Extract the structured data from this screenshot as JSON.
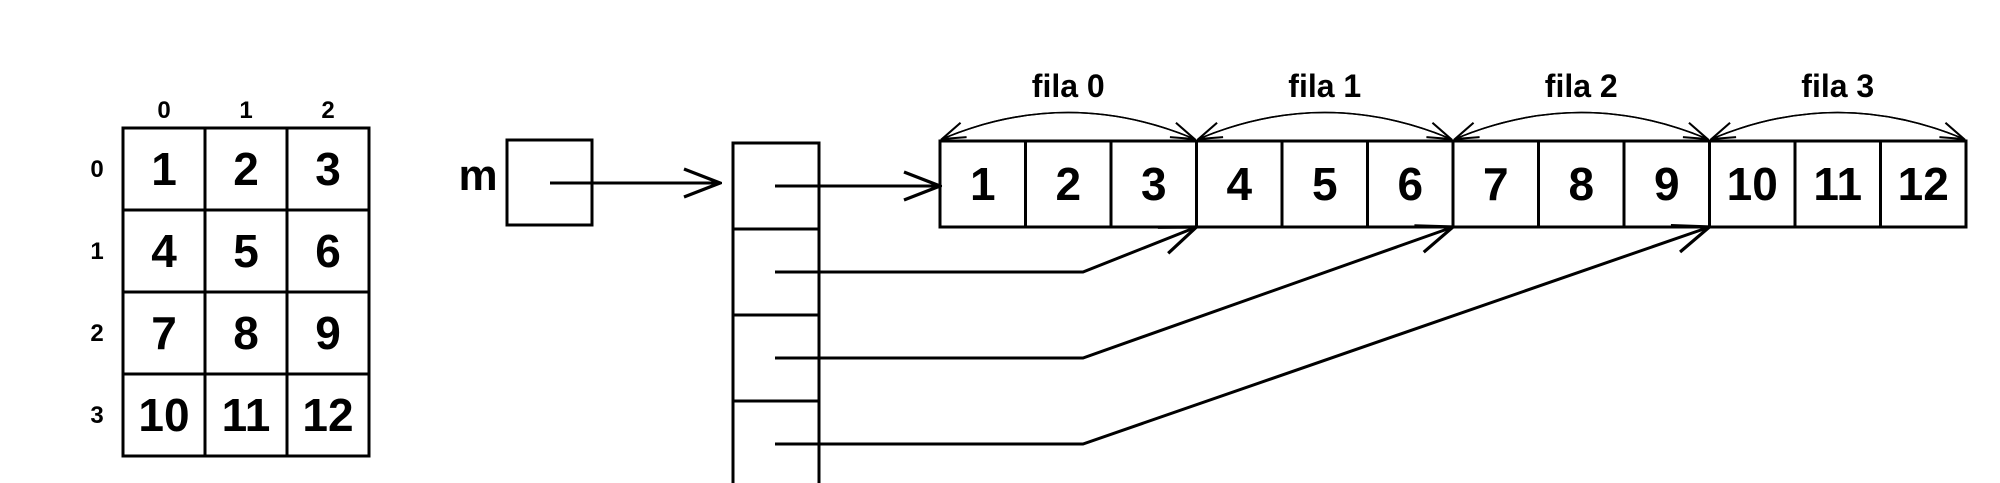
{
  "matrix": {
    "col_labels": [
      "0",
      "1",
      "2"
    ],
    "row_labels": [
      "0",
      "1",
      "2",
      "3"
    ],
    "rows": [
      [
        "1",
        "2",
        "3"
      ],
      [
        "4",
        "5",
        "6"
      ],
      [
        "7",
        "8",
        "9"
      ],
      [
        "10",
        "11",
        "12"
      ]
    ]
  },
  "pointer_label": "m",
  "row_groups": [
    {
      "label": "fila 0",
      "values": [
        "1",
        "2",
        "3"
      ]
    },
    {
      "label": "fila 1",
      "values": [
        "4",
        "5",
        "6"
      ]
    },
    {
      "label": "fila 2",
      "values": [
        "7",
        "8",
        "9"
      ]
    },
    {
      "label": "fila 3",
      "values": [
        "10",
        "11",
        "12"
      ]
    }
  ]
}
